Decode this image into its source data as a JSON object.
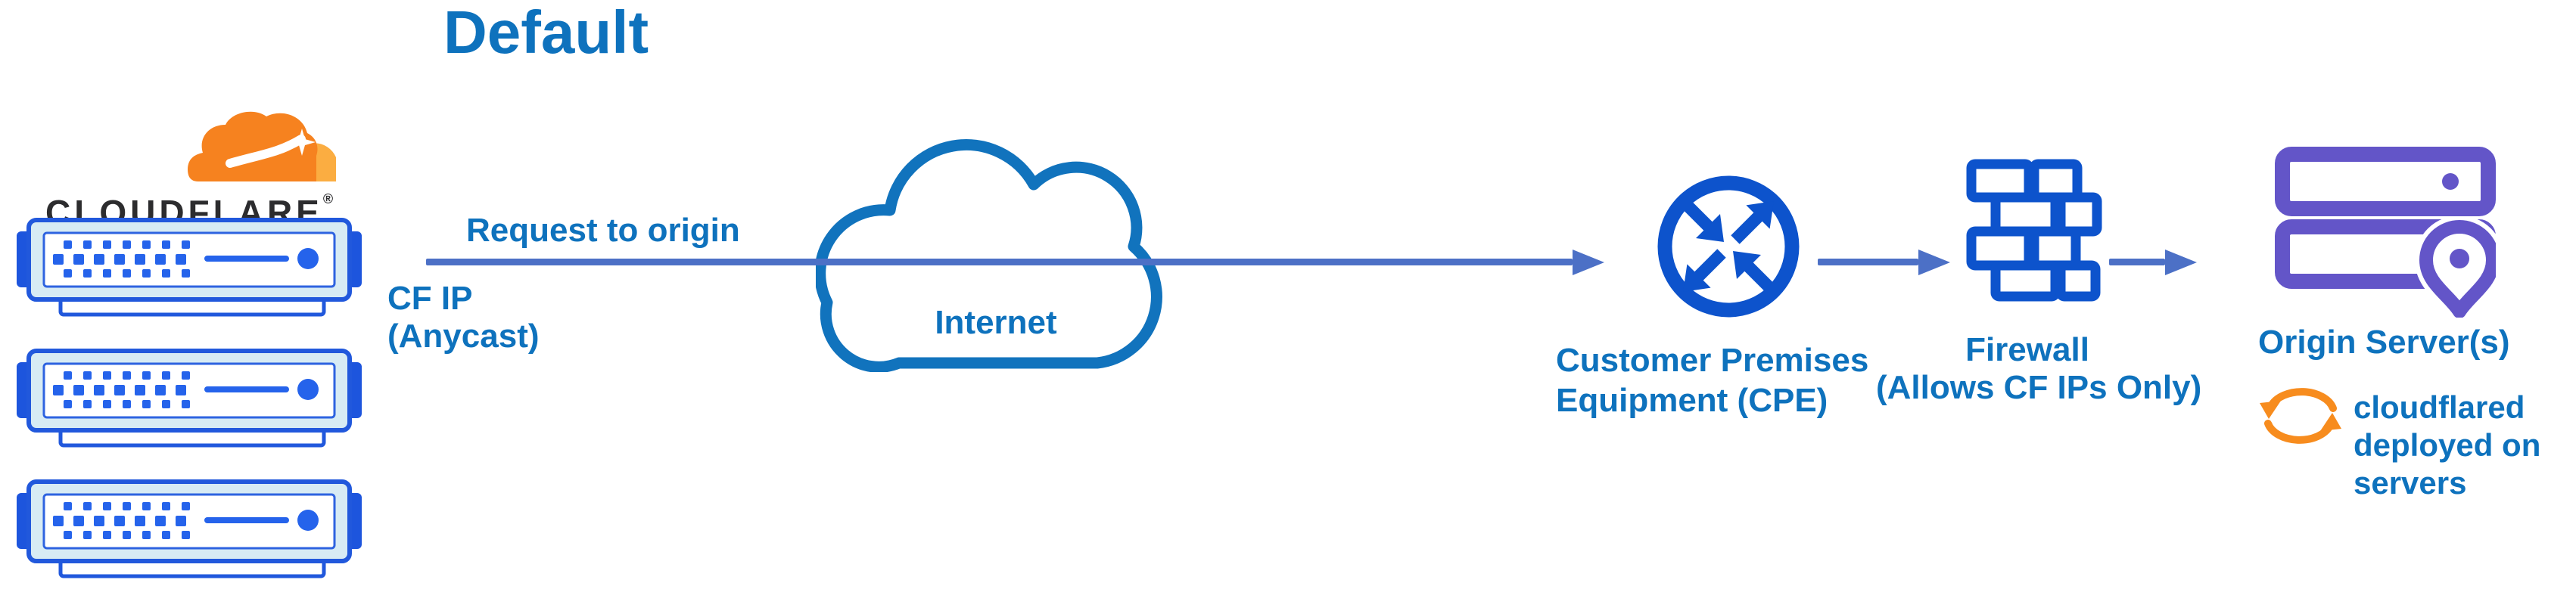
{
  "title": "Default",
  "brand": {
    "wordmark": "CLOUDFLARE",
    "registered": "®"
  },
  "edge": {
    "request_label": "Request to origin",
    "cf_ip_line1": "CF IP",
    "cf_ip_line2": "(Anycast)"
  },
  "internet": {
    "label": "Internet"
  },
  "cpe": {
    "line1": "Customer Premises",
    "line2": "Equipment (CPE)"
  },
  "firewall": {
    "line1": "Firewall",
    "line2": "(Allows CF IPs Only)"
  },
  "origin": {
    "label": "Origin Server(s)",
    "note_line1": "cloudflared",
    "note_line2": "deployed on",
    "note_line3": "servers"
  },
  "colors": {
    "label_blue": "#0e72bd",
    "arrow_blue": "#4c70c6",
    "icon_blue": "#0d53cc",
    "server_blue": "#2158dc",
    "server_fill": "#d7ebf4",
    "purple": "#6355c8",
    "orange": "#f6821f",
    "orange_light": "#fbad41",
    "sync_orange": "#f78c1e",
    "wordmark_black": "#2c2c2e"
  },
  "icons": {
    "cloudflare_logo": "cloudflare-cloud-logo",
    "edge_server": "edge-server-icon",
    "internet_cloud": "cloud-icon",
    "cpe_router": "router-arrows-icon",
    "firewall_wall": "brick-wall-icon",
    "origin_servers": "server-location-icon",
    "sync": "sync-arrows-icon"
  }
}
